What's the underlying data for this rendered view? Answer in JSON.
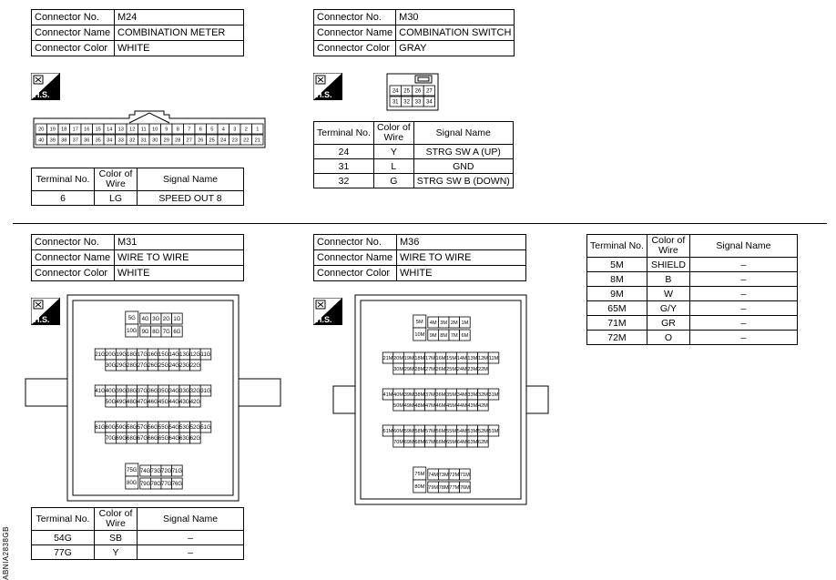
{
  "labels": {
    "connector_no": "Connector No.",
    "connector_name": "Connector Name",
    "connector_color": "Connector Color",
    "terminal_no": "Terminal No.",
    "color_of_wire_1": "Color of",
    "color_of_wire_2": "Wire",
    "signal_name": "Signal Name",
    "hs": "H.S."
  },
  "m24": {
    "no": "M24",
    "name": "COMBINATION METER",
    "color": "WHITE",
    "pins_top": [
      "20",
      "19",
      "18",
      "17",
      "16",
      "15",
      "14",
      "13",
      "12",
      "11",
      "10",
      "9",
      "8",
      "7",
      "6",
      "5",
      "4",
      "3",
      "2",
      "1"
    ],
    "pins_bottom": [
      "40",
      "39",
      "38",
      "37",
      "36",
      "35",
      "34",
      "33",
      "32",
      "31",
      "30",
      "29",
      "28",
      "27",
      "26",
      "25",
      "24",
      "23",
      "22",
      "21"
    ],
    "rows": [
      {
        "t": "6",
        "c": "LG",
        "s": "SPEED OUT 8"
      }
    ]
  },
  "m30": {
    "no": "M30",
    "name": "COMBINATION SWITCH",
    "color": "GRAY",
    "pins_top": [
      "24",
      "25",
      "26",
      "27"
    ],
    "pins_bottom": [
      "31",
      "32",
      "33",
      "34"
    ],
    "rows": [
      {
        "t": "24",
        "c": "Y",
        "s": "STRG SW A (UP)"
      },
      {
        "t": "31",
        "c": "L",
        "s": "GND"
      },
      {
        "t": "32",
        "c": "G",
        "s": "STRG SW B (DOWN)"
      }
    ]
  },
  "m31": {
    "no": "M31",
    "name": "WIRE TO WIRE",
    "color": "WHITE",
    "pin_rows": [
      [
        "5G",
        "4G",
        "3G",
        "2G",
        "1G"
      ],
      [
        "10G",
        "9G",
        "8G",
        "7G",
        "6G"
      ],
      [
        "21G",
        "20G",
        "19G",
        "18G",
        "17G",
        "16G",
        "15G",
        "14G",
        "13G",
        "12G",
        "11G"
      ],
      [
        "30G",
        "29G",
        "28G",
        "27G",
        "26G",
        "25G",
        "24G",
        "23G",
        "22G"
      ],
      [
        "41G",
        "40G",
        "39G",
        "38G",
        "37G",
        "36G",
        "35G",
        "34G",
        "33G",
        "32G",
        "31G"
      ],
      [
        "50G",
        "49G",
        "48G",
        "47G",
        "46G",
        "45G",
        "44G",
        "43G",
        "42G"
      ],
      [
        "61G",
        "60G",
        "59G",
        "58G",
        "57G",
        "56G",
        "55G",
        "54G",
        "53G",
        "52G",
        "51G"
      ],
      [
        "70G",
        "69G",
        "68G",
        "67G",
        "66G",
        "65G",
        "64G",
        "63G",
        "62G"
      ],
      [
        "75G",
        "74G",
        "73G",
        "72G",
        "71G"
      ],
      [
        "80G",
        "79G",
        "78G",
        "77G",
        "76G"
      ]
    ],
    "rows": [
      {
        "t": "54G",
        "c": "SB",
        "s": "–"
      },
      {
        "t": "77G",
        "c": "Y",
        "s": "–"
      }
    ]
  },
  "m36": {
    "no": "M36",
    "name": "WIRE TO WIRE",
    "color": "WHITE",
    "pin_rows": [
      [
        "5M",
        "4M",
        "3M",
        "2M",
        "1M"
      ],
      [
        "10M",
        "9M",
        "8M",
        "7M",
        "6M"
      ],
      [
        "21M",
        "20M",
        "19M",
        "18M",
        "17M",
        "16M",
        "15M",
        "14M",
        "13M",
        "12M",
        "11M"
      ],
      [
        "30M",
        "29M",
        "28M",
        "27M",
        "26M",
        "25M",
        "24M",
        "23M",
        "22M"
      ],
      [
        "41M",
        "40M",
        "39M",
        "38M",
        "37M",
        "36M",
        "35M",
        "34M",
        "33M",
        "32M",
        "31M"
      ],
      [
        "50M",
        "49M",
        "48M",
        "47M",
        "46M",
        "45M",
        "44M",
        "43M",
        "42M"
      ],
      [
        "61M",
        "60M",
        "59M",
        "58M",
        "57M",
        "56M",
        "55M",
        "54M",
        "53M",
        "52M",
        "51M"
      ],
      [
        "70M",
        "69M",
        "68M",
        "67M",
        "66M",
        "65M",
        "64M",
        "63M",
        "62M"
      ],
      [
        "75M",
        "74M",
        "73M",
        "72M",
        "71M"
      ],
      [
        "80M",
        "79M",
        "78M",
        "77M",
        "76M"
      ]
    ],
    "rows": [
      {
        "t": "5M",
        "c": "SHIELD",
        "s": "–"
      },
      {
        "t": "8M",
        "c": "B",
        "s": "–"
      },
      {
        "t": "9M",
        "c": "W",
        "s": "–"
      },
      {
        "t": "65M",
        "c": "G/Y",
        "s": "–"
      },
      {
        "t": "71M",
        "c": "GR",
        "s": "–"
      },
      {
        "t": "72M",
        "c": "O",
        "s": "–"
      }
    ]
  },
  "side_code": "ABNIA2838GB"
}
